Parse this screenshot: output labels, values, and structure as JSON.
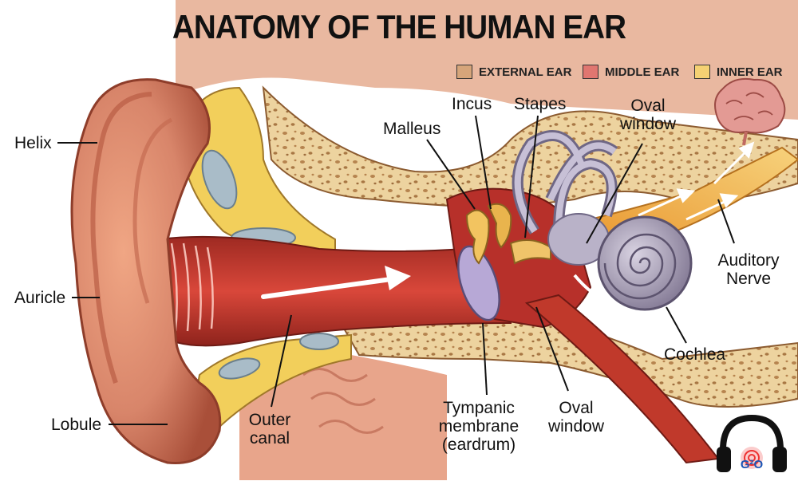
{
  "title": "ANATOMY OF THE HUMAN EAR",
  "legend": [
    {
      "label": "EXTERNAL EAR",
      "color": "#d6a57a"
    },
    {
      "label": "MIDDLE EAR",
      "color": "#e07670"
    },
    {
      "label": "INNER EAR",
      "color": "#f5d173"
    }
  ],
  "labels": {
    "helix": "Helix",
    "auricle": "Auricle",
    "lobule": "Lobule",
    "outer_canal": [
      "Outer",
      "canal"
    ],
    "malleus": "Malleus",
    "incus": "Incus",
    "stapes": "Stapes",
    "oval_window_top": [
      "Oval",
      "window"
    ],
    "auditory_nerve": [
      "Auditory",
      "Nerve"
    ],
    "cochlea": "Cochlea",
    "tympanic_membrane": [
      "Tympanic",
      "membrane",
      "(eardrum)"
    ],
    "oval_window_bottom": [
      "Oval",
      "window"
    ]
  },
  "logo": {
    "text": "G²O",
    "icon": "headphones-icon"
  },
  "colors": {
    "skin": "#d98a6a",
    "skin_dark": "#b85a3e",
    "canal": "#c63a30",
    "bone": "#edd39f",
    "bone_dots": "#b6844f",
    "fat": "#f2cf5b",
    "cartilage": "#a9bcc8",
    "membrane": "#b7a8d6",
    "cochlea": "#9d95ad",
    "nerve": "#f0b04a"
  }
}
